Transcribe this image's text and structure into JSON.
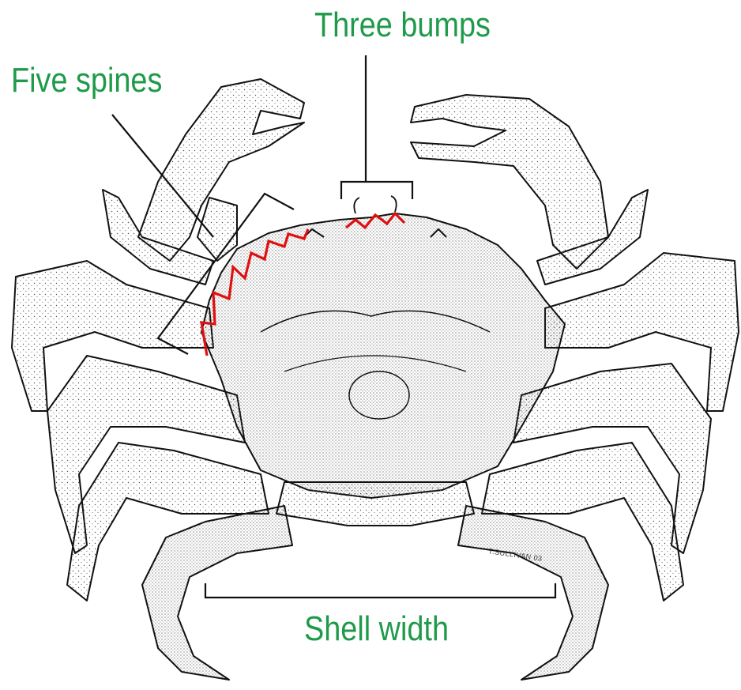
{
  "labels": {
    "three_bumps": "Three bumps",
    "five_spines": "Five spines",
    "shell_width": "Shell width"
  },
  "signature": "T.SULLIVAN 03",
  "colors": {
    "label_text": "#1f9a4a",
    "spine_highlight": "#e01010",
    "line_art": "#111111"
  }
}
